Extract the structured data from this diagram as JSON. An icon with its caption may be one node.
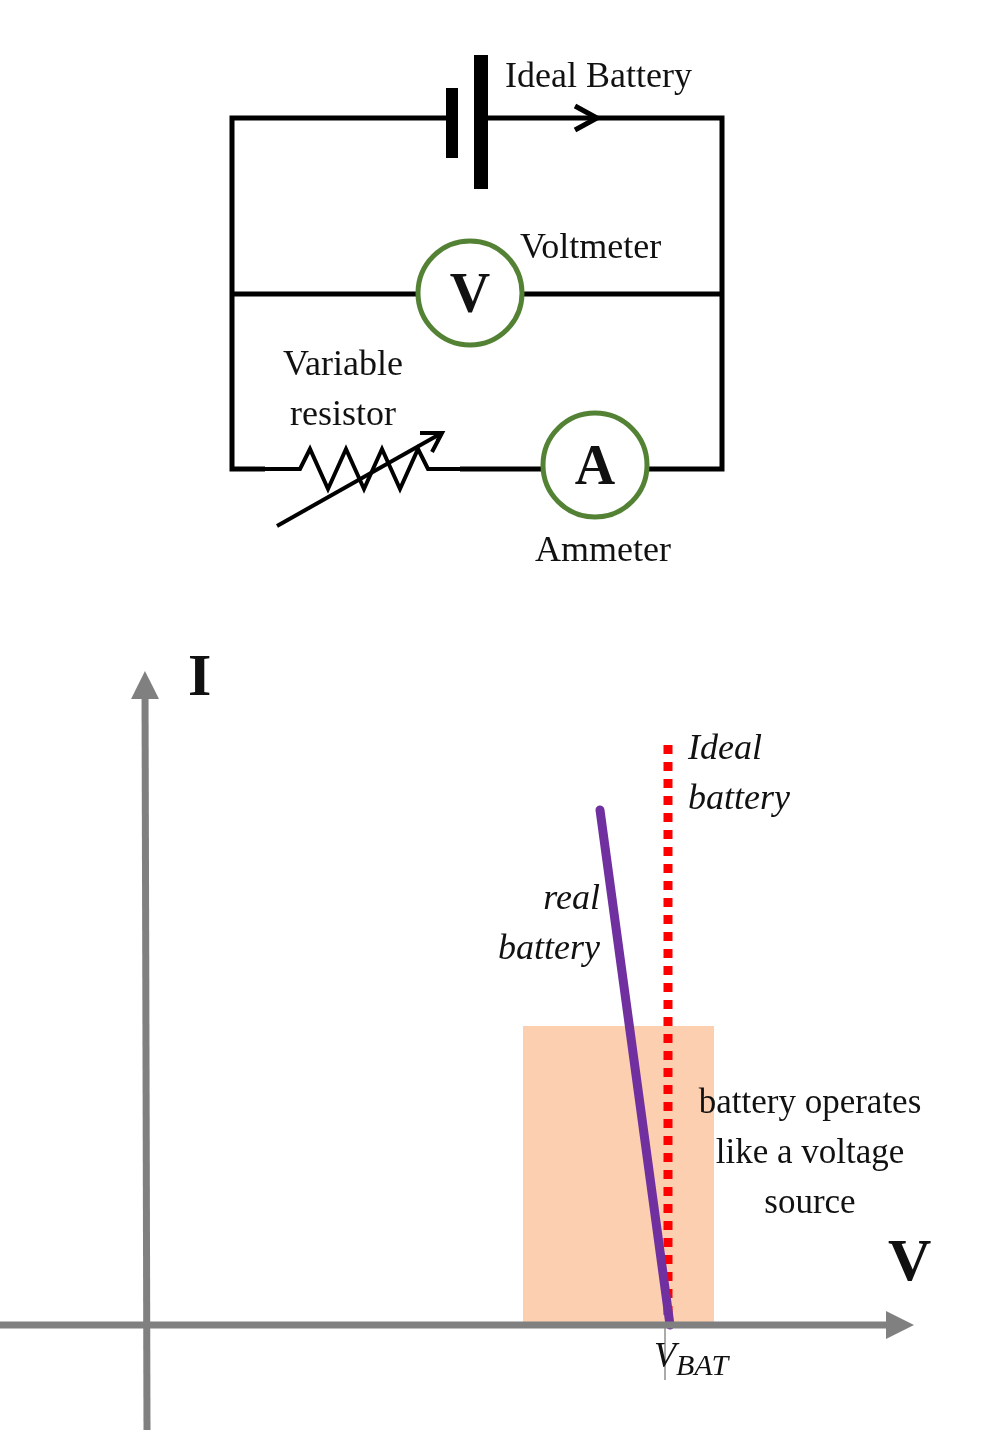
{
  "diagram": {
    "labels": [
      "Ideal Battery",
      "Voltmeter",
      "V",
      "Variable resistor",
      "A",
      "Ammeter",
      "I",
      "Ideal battery",
      "real battery",
      "battery operates like a voltage source",
      "V",
      "V$_{BAT}$"
    ]
  }
}
